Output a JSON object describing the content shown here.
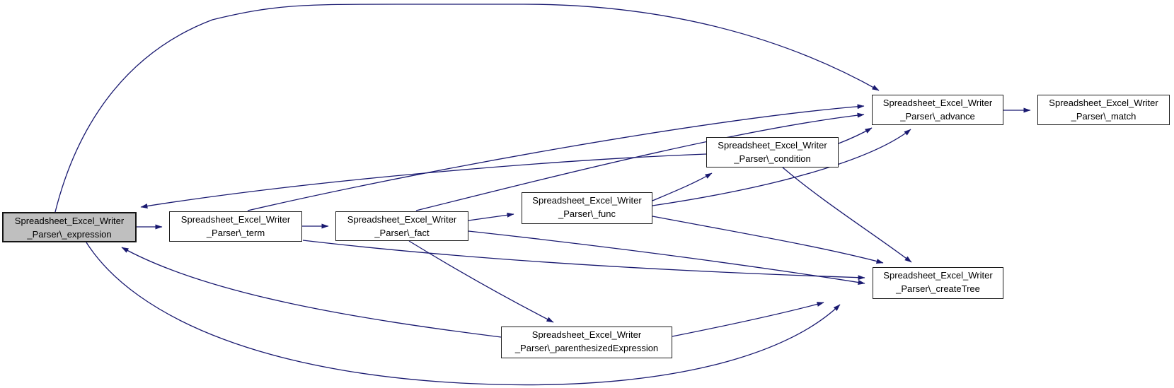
{
  "diagram": {
    "type": "doxygen-call-graph",
    "colors": {
      "background": "#ffffff",
      "edge": "#191970",
      "node_border": "#1c1c1c",
      "node_fill": "#ffffff",
      "highlight_node_fill": "#bfbfbf",
      "text": "#000000"
    },
    "nodes": {
      "expression": {
        "line1": "Spreadsheet_Excel_Writer",
        "line2": "_Parser\\_expression",
        "highlighted": true
      },
      "term": {
        "line1": "Spreadsheet_Excel_Writer",
        "line2": "_Parser\\_term"
      },
      "fact": {
        "line1": "Spreadsheet_Excel_Writer",
        "line2": "_Parser\\_fact"
      },
      "func": {
        "line1": "Spreadsheet_Excel_Writer",
        "line2": "_Parser\\_func"
      },
      "condition": {
        "line1": "Spreadsheet_Excel_Writer",
        "line2": "_Parser\\_condition"
      },
      "advance": {
        "line1": "Spreadsheet_Excel_Writer",
        "line2": "_Parser\\_advance"
      },
      "match": {
        "line1": "Spreadsheet_Excel_Writer",
        "line2": "_Parser\\_match"
      },
      "createTree": {
        "line1": "Spreadsheet_Excel_Writer",
        "line2": "_Parser\\_createTree"
      },
      "parenthesizedExpression": {
        "line1": "Spreadsheet_Excel_Writer",
        "line2": "_Parser\\_parenthesizedExpression"
      }
    },
    "edges": [
      {
        "from": "expression",
        "to": "term"
      },
      {
        "from": "expression",
        "to": "advance"
      },
      {
        "from": "expression",
        "to": "createTree"
      },
      {
        "from": "term",
        "to": "fact"
      },
      {
        "from": "term",
        "to": "advance"
      },
      {
        "from": "term",
        "to": "createTree"
      },
      {
        "from": "fact",
        "to": "func"
      },
      {
        "from": "fact",
        "to": "advance"
      },
      {
        "from": "fact",
        "to": "createTree"
      },
      {
        "from": "fact",
        "to": "parenthesizedExpression"
      },
      {
        "from": "func",
        "to": "condition"
      },
      {
        "from": "func",
        "to": "advance"
      },
      {
        "from": "func",
        "to": "createTree"
      },
      {
        "from": "condition",
        "to": "expression"
      },
      {
        "from": "condition",
        "to": "advance"
      },
      {
        "from": "condition",
        "to": "createTree"
      },
      {
        "from": "parenthesizedExpression",
        "to": "expression"
      },
      {
        "from": "parenthesizedExpression",
        "to": "createTree"
      },
      {
        "from": "advance",
        "to": "match"
      }
    ]
  }
}
